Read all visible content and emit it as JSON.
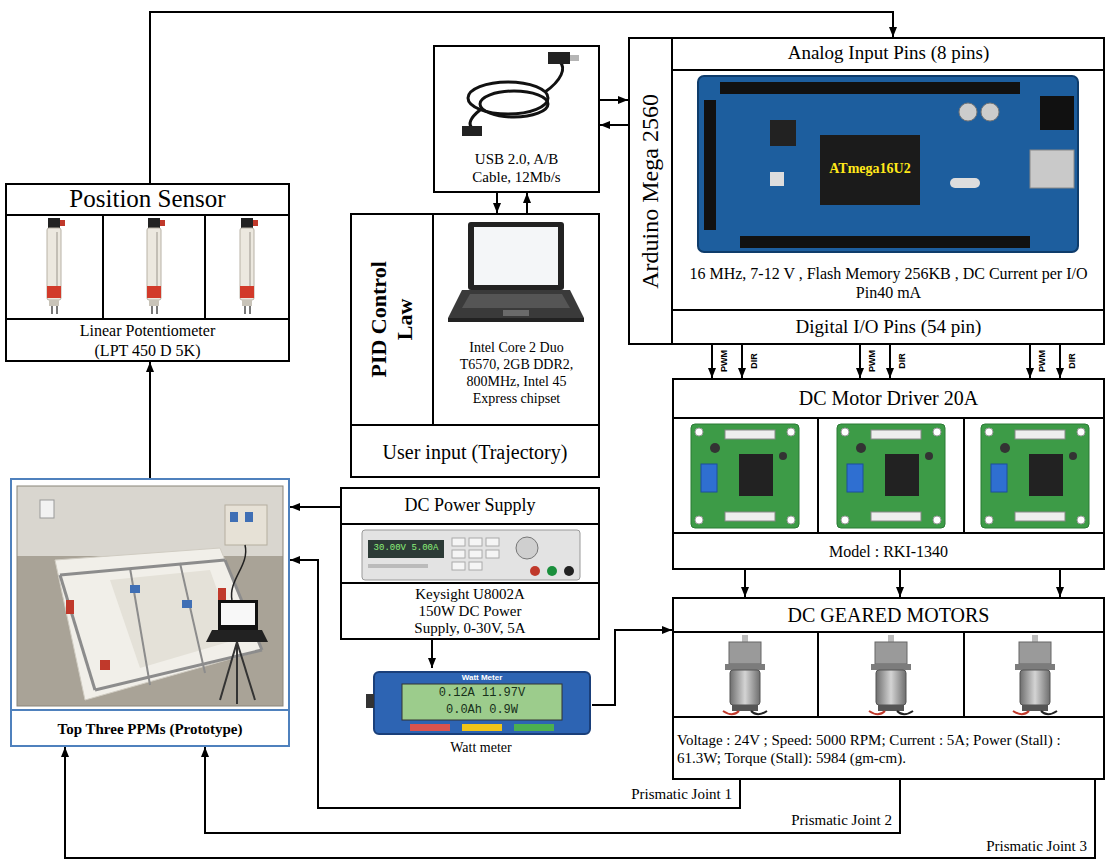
{
  "diagram": {
    "nodes": [
      {
        "text": [
          "Position Sensor",
          "Linear Potentiometer (LPT 450 D 5K)"
        ]
      },
      {
        "text": [
          "USB 2.0, A/B Cable, 12Mb/s"
        ]
      },
      {
        "text": [
          "Arduino Mega 2560",
          "Analog Input Pins (8 pins)",
          "16 MHz, 7-12 V , Flash Memory 256KB , DC Current per I/O Pin40 mA",
          "Digital I/O Pins (54 pin)"
        ]
      },
      {
        "text": [
          "PID Control Law",
          "Intel Core 2 Duo T6570, 2GB DDR2, 800MHz, Intel 45 Express chipset",
          "User input (Trajectory)"
        ]
      },
      {
        "text": [
          "Top Three PPMs (Prototype)"
        ]
      },
      {
        "text": [
          "DC Power Supply",
          "Keysight U8002A 150W DC Power Supply, 0-30V, 5A"
        ]
      },
      {
        "text": [
          "DC Motor Driver 20A",
          "Model : RKI-1340"
        ]
      },
      {
        "text": [
          "DC GEARED MOTORS",
          "Voltage : 24V ; Speed: 5000 RPM; Current : 5A; Power (Stall) : 61.3W; Torque (Stall): 5984 (gm-cm)."
        ]
      },
      {
        "text": [
          "Watt meter"
        ]
      }
    ],
    "edges": [
      {
        "from": 0,
        "to": 2,
        "arrow": "to"
      },
      {
        "from": 1,
        "to": 2,
        "arrow": "to"
      },
      {
        "from": 2,
        "to": 1,
        "arrow": "to"
      },
      {
        "from": 1,
        "to": 3,
        "arrow": "to"
      },
      {
        "from": 3,
        "to": 1,
        "arrow": "to"
      },
      {
        "from": 2,
        "to": 6,
        "label": "PWM",
        "arrow": "to"
      },
      {
        "from": 2,
        "to": 6,
        "label": "DIR",
        "arrow": "to"
      },
      {
        "from": 2,
        "to": 6,
        "label": "PWM",
        "arrow": "to"
      },
      {
        "from": 2,
        "to": 6,
        "label": "DIR",
        "arrow": "to"
      },
      {
        "from": 2,
        "to": 6,
        "label": "PWM",
        "arrow": "to"
      },
      {
        "from": 2,
        "to": 6,
        "label": "DIR",
        "arrow": "to"
      },
      {
        "from": 6,
        "to": 7,
        "arrow": "to"
      },
      {
        "from": 6,
        "to": 7,
        "arrow": "to"
      },
      {
        "from": 6,
        "to": 7,
        "arrow": "to"
      },
      {
        "from": 5,
        "to": 8,
        "arrow": "to"
      },
      {
        "from": 8,
        "to": 7,
        "arrow": "to"
      },
      {
        "from": 5,
        "to": 4,
        "arrow": "to"
      },
      {
        "from": 4,
        "to": 0,
        "arrow": "to"
      },
      {
        "from": 7,
        "to": 4,
        "label": "Prismatic Joint 1",
        "arrow": "to"
      },
      {
        "from": 7,
        "to": 4,
        "label": "Prismatic Joint 2",
        "arrow": "to"
      },
      {
        "from": 7,
        "to": 4,
        "label": "Prismatic Joint 3",
        "arrow": "to"
      }
    ],
    "labels": [
      "ATmega16U2",
      "30.00V 5.00A",
      "Watt Meter",
      "0.12A 11.97V",
      "0.0Ah 0.9W"
    ]
  }
}
